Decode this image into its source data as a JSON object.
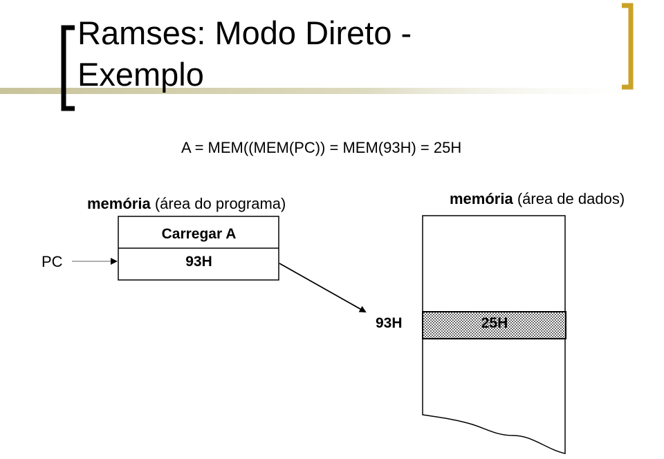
{
  "title": {
    "line1": "Ramses: Modo Direto -",
    "line2": "Exemplo"
  },
  "formula": "A = MEM((MEM(PC)) = MEM(93H) = 25H",
  "program_memory": {
    "label_bold": "memória",
    "label_rest": " (área do programa)",
    "cells": [
      "Carregar A",
      "93H"
    ]
  },
  "data_memory": {
    "label_bold": "memória",
    "label_rest": " (área de dados)",
    "address_label": "93H",
    "cell_value": "25H"
  },
  "pc_label": "PC",
  "colors": {
    "bracket_left": "#000000",
    "bracket_right": "#c9a227",
    "title_bar": "#c8c39a",
    "hatch_fill": "#d9d9d9"
  }
}
